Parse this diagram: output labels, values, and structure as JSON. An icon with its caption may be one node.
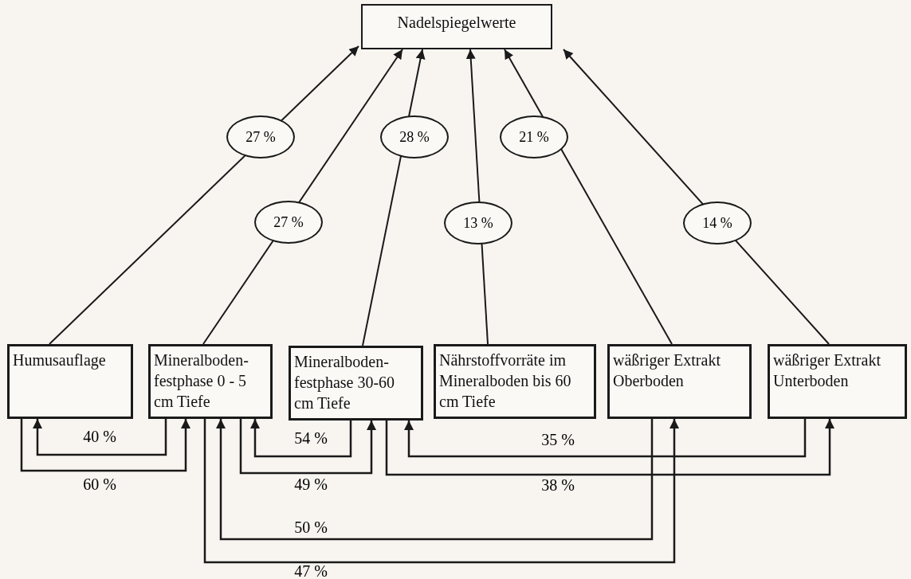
{
  "diagram": {
    "nodes": [
      {
        "text": [
          "Nadelspiegelwerte"
        ]
      },
      {
        "text": [
          "Humusauflage"
        ]
      },
      {
        "text": [
          "Mineralboden- festphase 0 - 5 cm Tiefe"
        ]
      },
      {
        "text": [
          "Mineralboden- festphase 30-60 cm Tiefe"
        ]
      },
      {
        "text": [
          "Nährstoffvorräte im Mineralboden bis 60 cm Tiefe"
        ]
      },
      {
        "text": [
          "wäßriger Extrakt Oberboden"
        ]
      },
      {
        "text": [
          "wäßriger Extrakt Unterboden"
        ]
      }
    ],
    "edges": [
      {
        "from": 1,
        "to": 0,
        "arrow": "to",
        "label": "27 %"
      },
      {
        "from": 2,
        "to": 0,
        "arrow": "to",
        "label": "27 %"
      },
      {
        "from": 3,
        "to": 0,
        "arrow": "to",
        "label": "28 %"
      },
      {
        "from": 4,
        "to": 0,
        "arrow": "to",
        "label": "13 %"
      },
      {
        "from": 5,
        "to": 0,
        "arrow": "to",
        "label": "21 %"
      },
      {
        "from": 6,
        "to": 0,
        "arrow": "to",
        "label": "14 %"
      },
      {
        "from": 2,
        "to": 1,
        "arrow": "to",
        "label": "40 %"
      },
      {
        "from": 1,
        "to": 2,
        "arrow": "to",
        "label": "60 %"
      },
      {
        "from": 3,
        "to": 2,
        "arrow": "to",
        "label": "54 %"
      },
      {
        "from": 2,
        "to": 3,
        "arrow": "to",
        "label": "49 %"
      },
      {
        "from": 6,
        "to": 3,
        "arrow": "to",
        "label": "35 %"
      },
      {
        "from": 3,
        "to": 6,
        "arrow": "to",
        "label": "38 %"
      },
      {
        "from": 5,
        "to": 2,
        "arrow": "to",
        "label": "50 %"
      },
      {
        "from": 2,
        "to": 5,
        "arrow": "to",
        "label": "47 %"
      }
    ]
  }
}
